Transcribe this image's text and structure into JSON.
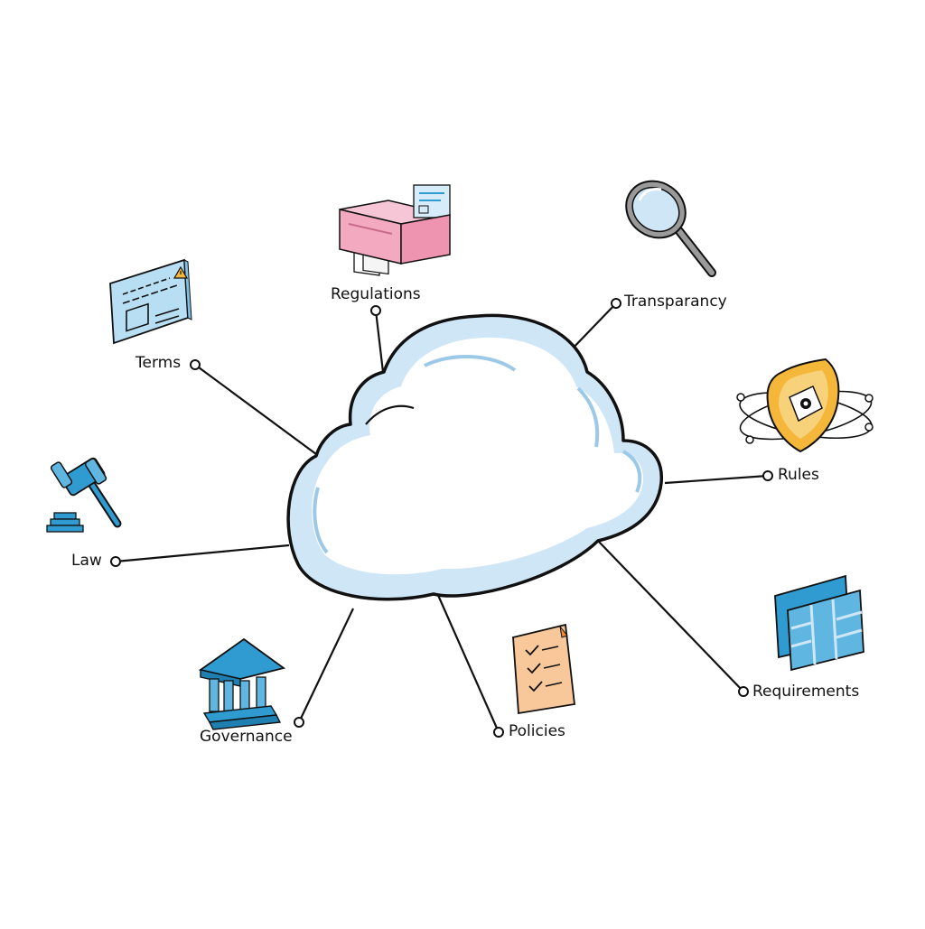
{
  "diagram": {
    "nodes": [
      {
        "id": "regulations",
        "label": "Regulations",
        "icon": "cabinet-icon"
      },
      {
        "id": "transparency",
        "label": "Transparancy",
        "icon": "magnifier-icon"
      },
      {
        "id": "terms",
        "label": "Terms",
        "icon": "document-board-icon"
      },
      {
        "id": "rules",
        "label": "Rules",
        "icon": "shield-gear-icon"
      },
      {
        "id": "law",
        "label": "Law",
        "icon": "gavel-icon"
      },
      {
        "id": "requirements",
        "label": "Requirements",
        "icon": "panels-icon"
      },
      {
        "id": "governance",
        "label": "Governance",
        "icon": "building-icon"
      },
      {
        "id": "policies",
        "label": "Policies",
        "icon": "checklist-icon"
      }
    ],
    "center": {
      "icon": "cloud-icon"
    },
    "colors": {
      "line": "#111111",
      "cloud_fill": "#ffffff",
      "cloud_shade": "#cfe6f7",
      "blue_icon": "#2f9bd0",
      "pink_icon": "#f3a9c0",
      "orange_icon": "#f8c79a",
      "gold_icon": "#f4b73a"
    }
  }
}
